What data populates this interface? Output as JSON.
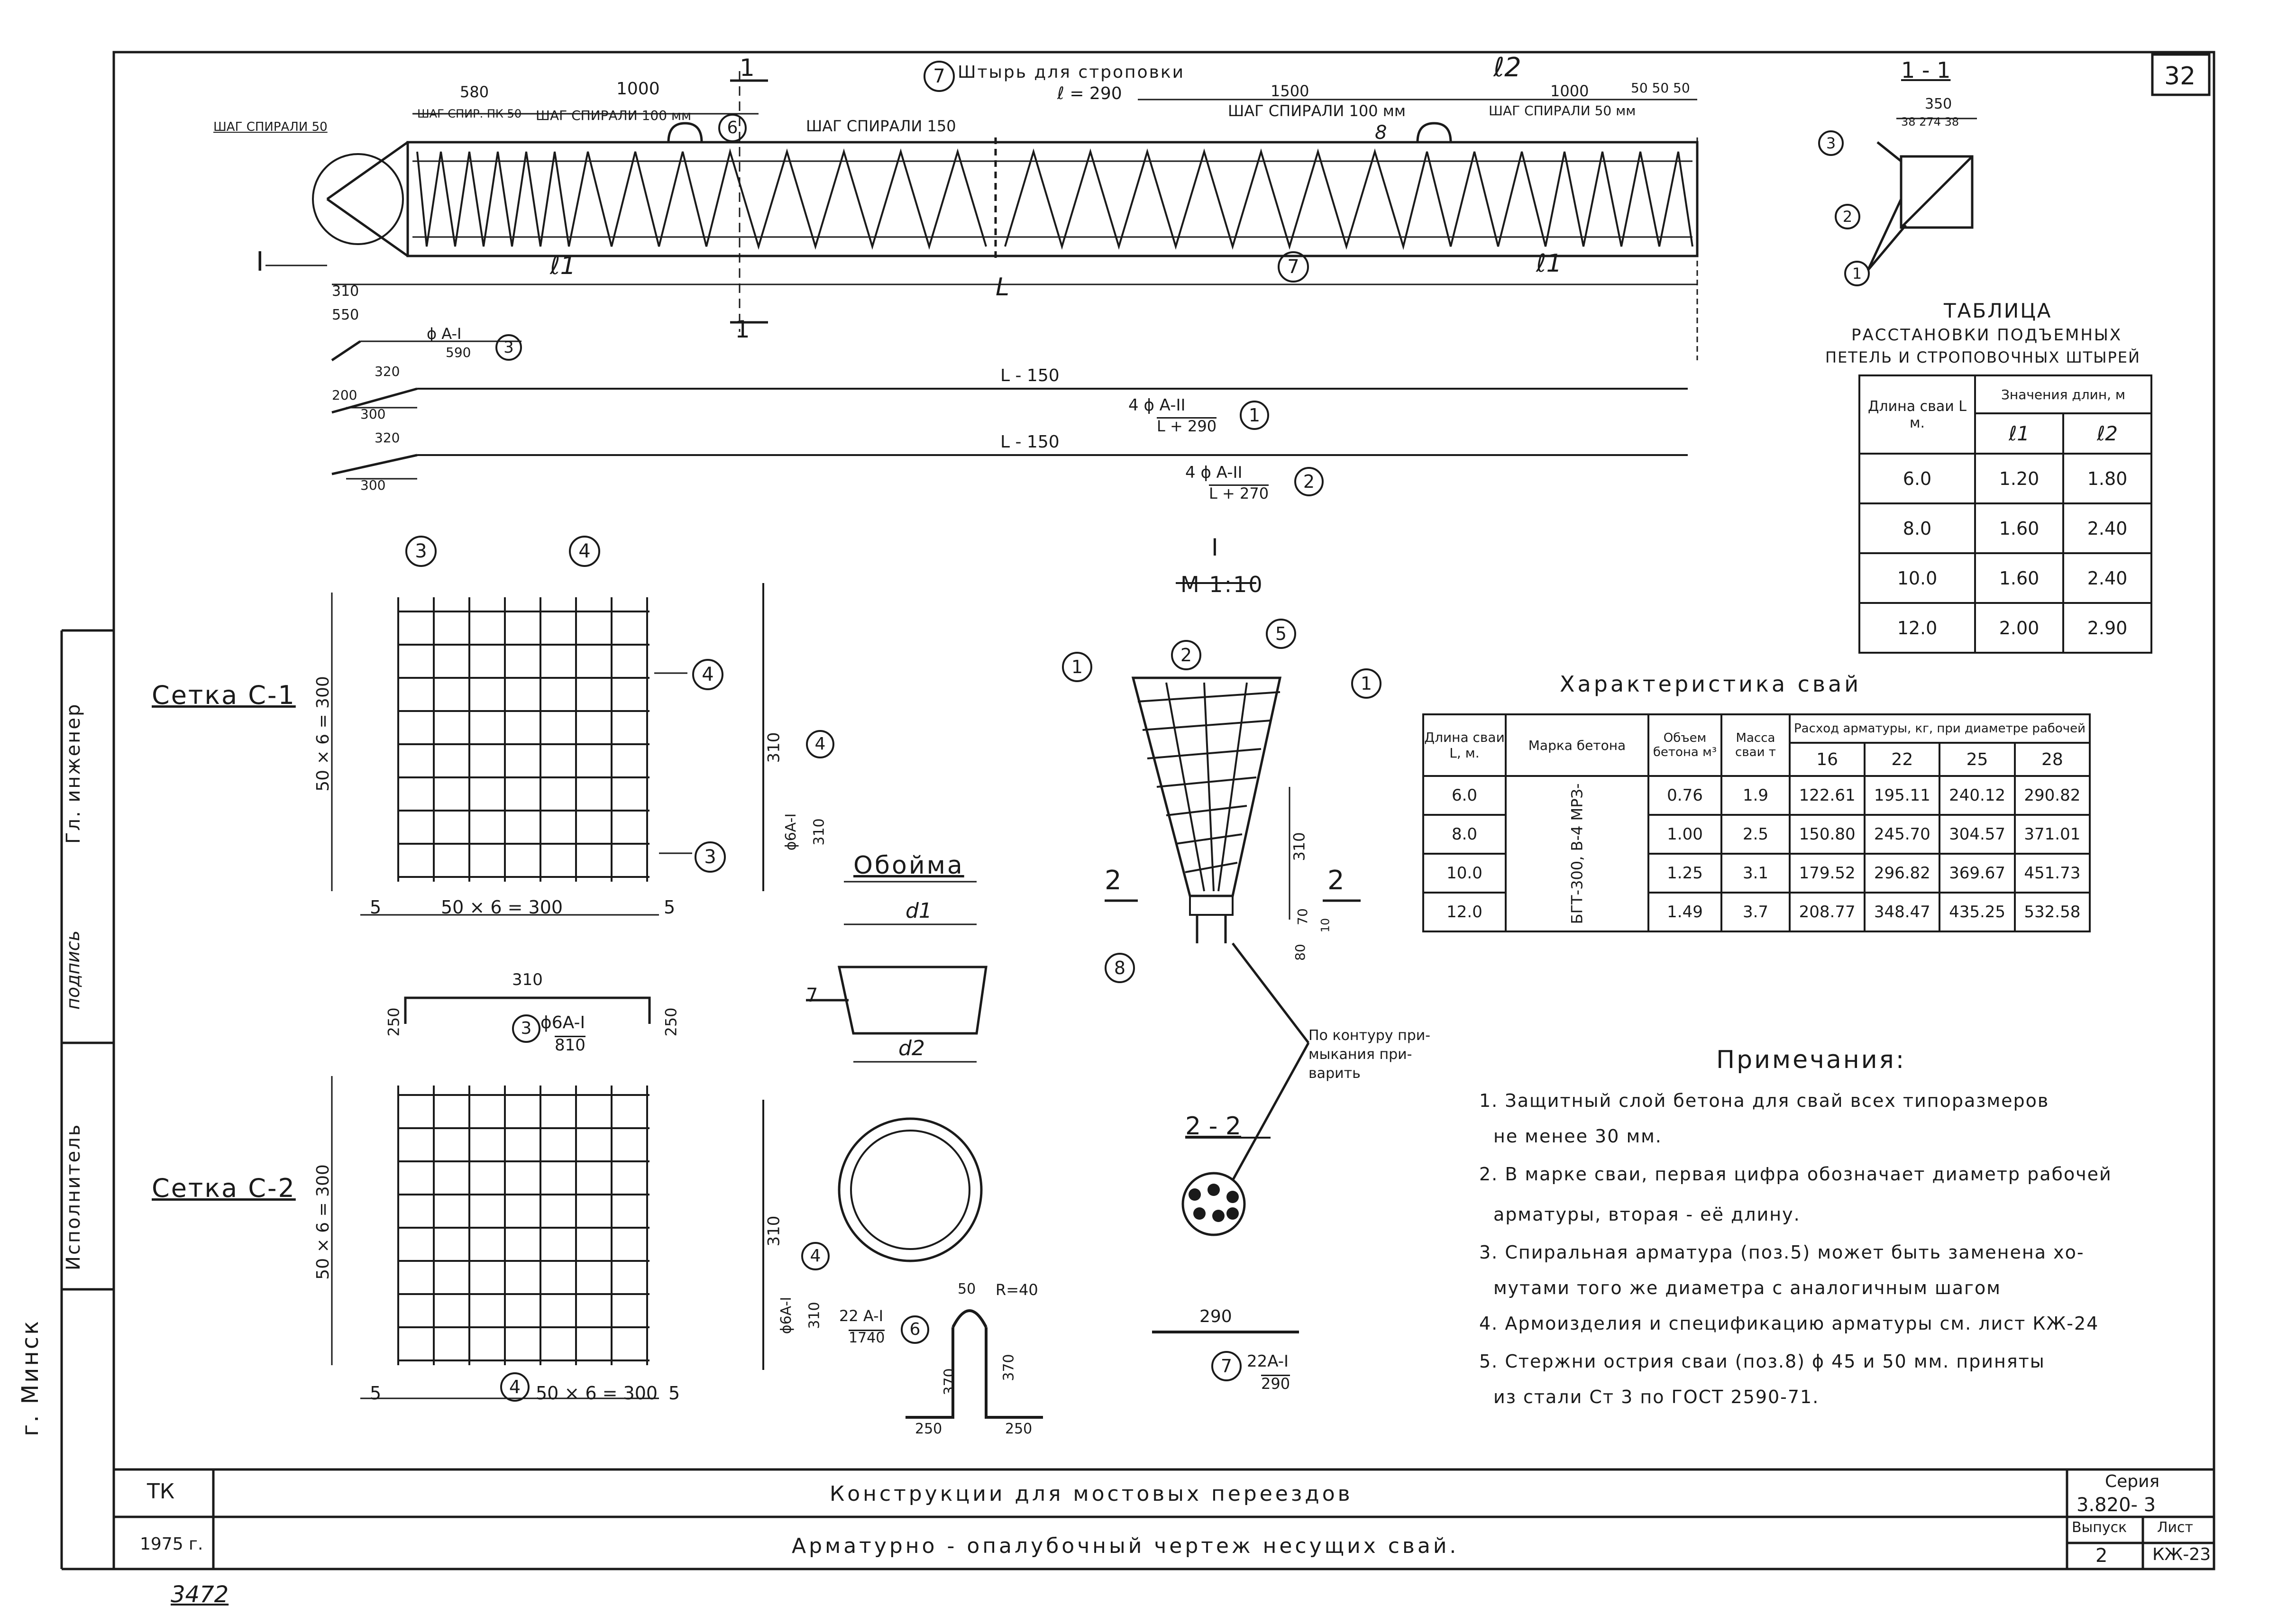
{
  "sheet": {
    "number": "32",
    "stamp": "3472"
  },
  "beam": {
    "callout_pin": "7",
    "label_pin": "Штырь для строповки",
    "label_pin_len": "ℓ = 290",
    "label_l2": "ℓ2",
    "label_580": "580",
    "label_1000a": "1000",
    "label_1500": "1500",
    "label_1000b": "1000",
    "label_5050": "50 50 50",
    "label_step50": "ШАГ СПИРАЛИ 50",
    "label_step100a": "ШАГ СПИРАЛИ 100 мм",
    "label_step150": "ШАГ СПИРАЛИ 150",
    "label_step100b": "ШАГ СПИРАЛИ 100 мм",
    "label_step50b": "ШАГ СПИРАЛИ 50 мм",
    "label_step_pk": "ШАГ СПИР. ПК 50",
    "callout_6": "6",
    "callout_8": "8",
    "callout_7b": "7",
    "cut_mark": "1",
    "label_I": "I",
    "label_l1a": "ℓ1",
    "label_L": "L",
    "label_l1b": "ℓ1",
    "label_310": "310",
    "label_550": "550",
    "label_bar3": "ϕ A-I",
    "label_bar3_len": "590",
    "callout_3": "3",
    "label_L150a": "L - 150",
    "label_bar1": "4 ϕ A-II",
    "label_bar1_len": "L + 290",
    "callout_1": "1",
    "label_L150b": "L - 150",
    "label_bar2": "4 ϕ A-II",
    "label_bar2_len": "L + 270",
    "callout_2": "2",
    "label_300a": "300",
    "label_300b": "300",
    "label_200": "200",
    "label_320a": "320",
    "label_320b": "320"
  },
  "section11": {
    "title": "1 - 1",
    "dim_350": "350",
    "dim_inner": "38 274 38",
    "callouts": [
      "3",
      "2",
      "1"
    ]
  },
  "placement_table": {
    "title1": "ТАБЛИЦА",
    "title2": "РАССТАНОВКИ ПОДЪЕМНЫХ",
    "title3": "ПЕТЕЛЬ И СТРОПОВОЧНЫХ ШТЫРЕЙ",
    "head_length": "Длина сваи L м.",
    "head_values": "Значения длин, м",
    "head_l1": "ℓ1",
    "head_l2": "ℓ2",
    "rows": [
      [
        "6.0",
        "1.20",
        "1.80"
      ],
      [
        "8.0",
        "1.60",
        "2.40"
      ],
      [
        "10.0",
        "1.60",
        "2.40"
      ],
      [
        "12.0",
        "2.00",
        "2.90"
      ]
    ]
  },
  "mesh1": {
    "label": "Сетка С-1",
    "callout_3": "3",
    "callout_4": "4",
    "callout_4r": "4",
    "callout_3r": "3",
    "dim_v": "50 × 6 = 300",
    "dim_h": "50 × 6 = 300",
    "dim_5a": "5",
    "dim_5b": "5",
    "dim_310": "310",
    "bar4": "ϕ6A-I",
    "bar4_len": "310",
    "callout_bar4": "4"
  },
  "bar3_detail": {
    "dim_310": "310",
    "dim_250a": "250",
    "dim_250b": "250",
    "callout": "3",
    "bar": "ϕ6A-I",
    "len": "810"
  },
  "mesh2": {
    "label": "Сетка С-2",
    "dim_v": "50 × 6 = 300",
    "dim_h": "50 × 6 = 300",
    "dim_5a": "5",
    "dim_5b": "5",
    "callout_4": "4",
    "dim_310": "310",
    "bar4": "ϕ6A-I",
    "bar4_len": "310",
    "callout_bar4": "4"
  },
  "ring": {
    "title": "Обойма",
    "d1": "d1",
    "d2": "d2",
    "callout_7": "7"
  },
  "bar6": {
    "bar": "22 A-I",
    "len": "1740",
    "callout": "6",
    "r": "R=40",
    "dim_50": "50",
    "dim_370a": "370",
    "dim_370b": "370",
    "dim_250a": "250",
    "dim_250b": "250"
  },
  "detail_I": {
    "title": "I",
    "scale": "М 1:10",
    "callouts": [
      "1",
      "2",
      "5",
      "1"
    ],
    "callout_8": "8",
    "dim_310": "310",
    "dim_70": "70",
    "dim_10": "10",
    "dim_80": "80",
    "cut": "2",
    "weld_note1": "По контуру при-",
    "weld_note2": "мыкания при-",
    "weld_note3": "варить"
  },
  "section22": {
    "title": "2 - 2"
  },
  "bar7": {
    "dim": "290",
    "callout": "7",
    "bar": "22A-I",
    "len": "290"
  },
  "char_table": {
    "title": "Характеристика свай",
    "head_length": "Длина сваи L, м.",
    "head_grade": "Марка бетона",
    "head_volume": "Объем бетона м³",
    "head_mass": "Масса сваи т",
    "head_consumption": "Расход арматуры, кг, при диаметре рабочей",
    "diameters": [
      "16",
      "22",
      "25",
      "28"
    ],
    "grade_text": "БГТ-300, В-4 МРЗ-",
    "rows": [
      [
        "6.0",
        "0.76",
        "1.9",
        "122.61",
        "195.11",
        "240.12",
        "290.82"
      ],
      [
        "8.0",
        "1.00",
        "2.5",
        "150.80",
        "245.70",
        "304.57",
        "371.01"
      ],
      [
        "10.0",
        "1.25",
        "3.1",
        "179.52",
        "296.82",
        "369.67",
        "451.73"
      ],
      [
        "12.0",
        "1.49",
        "3.7",
        "208.77",
        "348.47",
        "435.25",
        "532.58"
      ]
    ]
  },
  "notes": {
    "title": "Примечания:",
    "items": [
      "1. Защитный слой бетона для свай всех типоразмеров",
      "не менее 30 мм.",
      "2. В марке сваи, первая цифра обозначает диаметр рабочей",
      "арматуры, вторая - её длину.",
      "3. Спиральная арматура (поз.5) может быть заменена хо-",
      "мутами того же диаметра с аналогичным шагом",
      "4. Армоизделия и спецификацию арматуры см. лист КЖ-24",
      "5. Стержни острия сваи (поз.8) ϕ 45 и 50 мм. приняты",
      "из стали Ст 3 по ГОСТ 2590-71."
    ]
  },
  "title_block": {
    "org": "ТК",
    "year": "1975 г.",
    "title1": "Конструкции для мостовых переездов",
    "title2": "Арматурно - опалубочный чертеж несущих свай.",
    "series_label": "Серия",
    "series": "3.820- 3",
    "issue_label": "Выпуск",
    "issue": "2",
    "sheet_label": "Лист",
    "sheet": "КЖ-23"
  },
  "side_strip": {
    "city": "г. Минск",
    "role": "Исполнитель",
    "role2": "Гл. инженер",
    "sign": "подпись"
  }
}
